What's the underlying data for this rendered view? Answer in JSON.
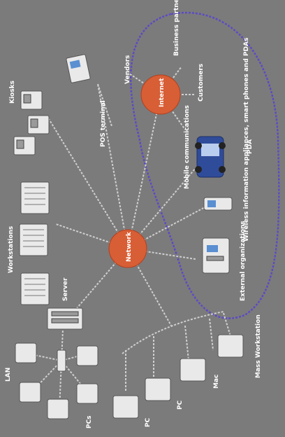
{
  "colors": {
    "background": "#7b7b7b",
    "hub": "#d75e35",
    "boundary": "#5b4bc4",
    "connector": "#cfcfcf"
  },
  "labels": {
    "lan": "LAN",
    "pcs": "PCs",
    "server": "Server",
    "kiosks": "Kiosks",
    "pos_terminal": "POS terminal",
    "network": "Network",
    "internet": "Internet",
    "vendors": "Vendors",
    "business_partners": "Business partners",
    "customers": "Customers",
    "mobile_communications": "Mobile communications",
    "wireless_devices": "Wireless information appliances, smart phones and PDAs",
    "pda": "PDA",
    "external_partners": "External organizations",
    "workstations": "Workstations",
    "mac": "Mac",
    "pc": "PC",
    "remote_workstation": "Mass Workstation"
  },
  "icons": [
    "computer-icon",
    "server-icon",
    "kiosk-icon",
    "pos-terminal-icon",
    "building-icon",
    "car-icon",
    "phone-icon",
    "fax-machine-icon"
  ]
}
